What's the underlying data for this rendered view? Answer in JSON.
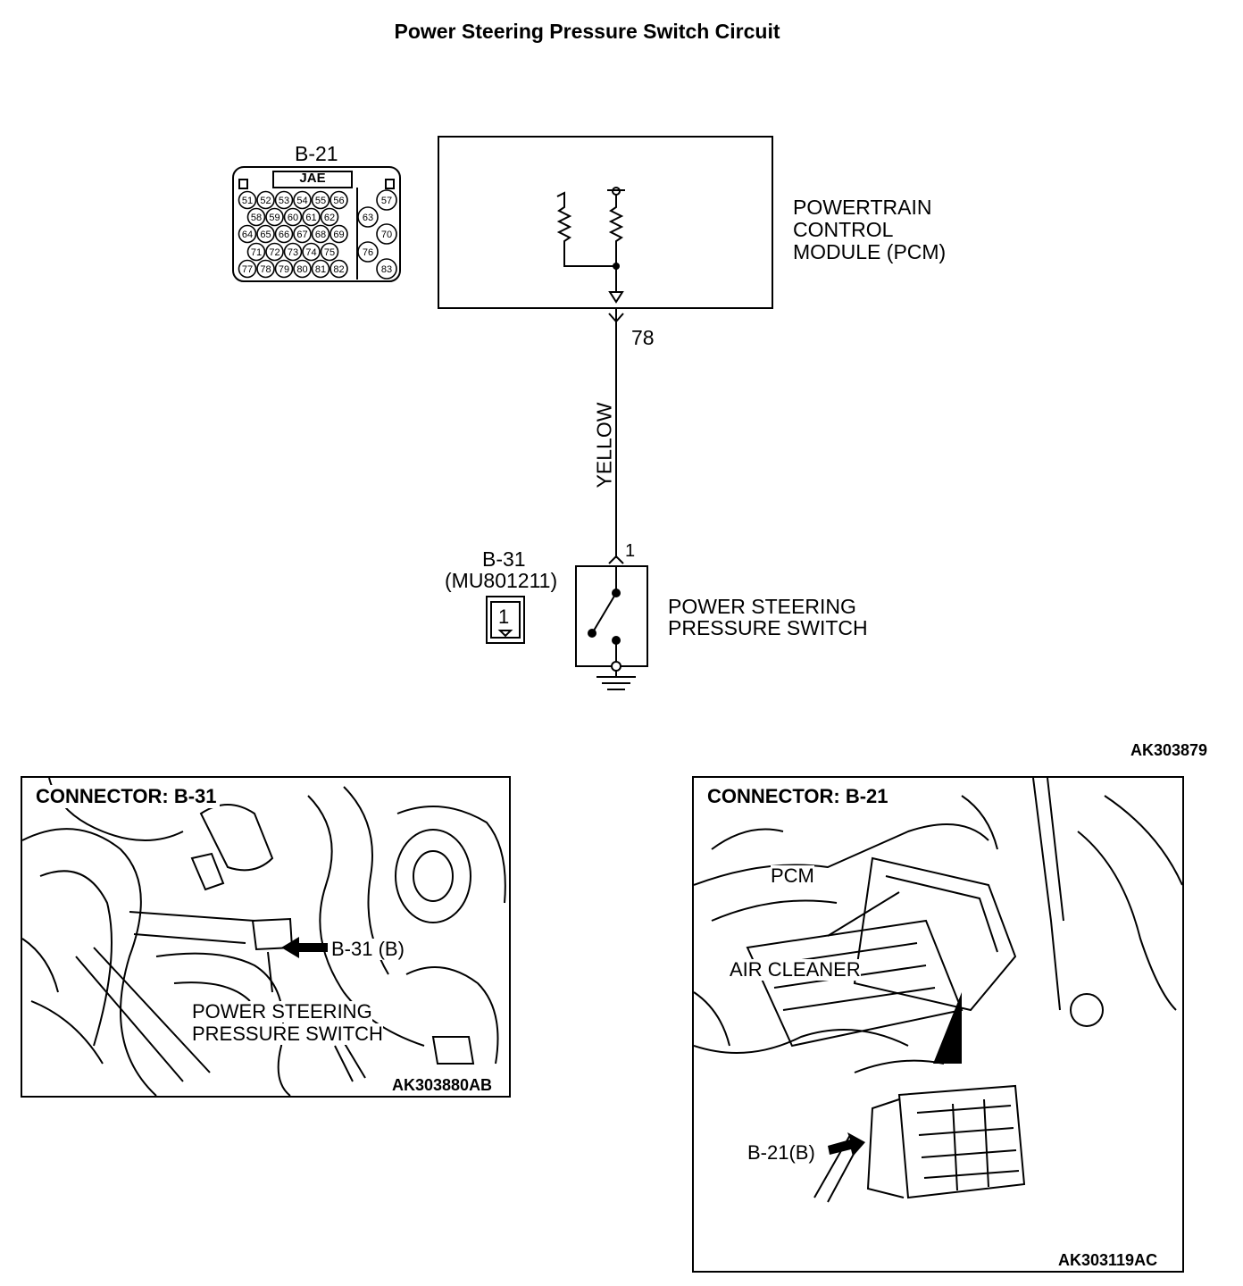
{
  "title": "Power Steering Pressure Switch Circuit",
  "connector_b21": {
    "name": "B-21",
    "maker": "JAE",
    "pin_rows": [
      [
        "51",
        "52",
        "53",
        "54",
        "55",
        "56",
        "57"
      ],
      [
        "58",
        "59",
        "60",
        "61",
        "62",
        "63"
      ],
      [
        "64",
        "65",
        "66",
        "67",
        "68",
        "69",
        "70"
      ],
      [
        "71",
        "72",
        "73",
        "74",
        "75",
        "76"
      ],
      [
        "77",
        "78",
        "79",
        "80",
        "81",
        "82",
        "83"
      ]
    ]
  },
  "pcm": {
    "line1": "POWERTRAIN",
    "line2": "CONTROL",
    "line3": "MODULE (PCM)"
  },
  "wire": {
    "pcm_pin": "78",
    "color": "YELLOW",
    "switch_pin": "1"
  },
  "connector_b31": {
    "name": "B-31",
    "part": "(MU801211)",
    "pin": "1"
  },
  "switch": {
    "line1": "POWER STEERING",
    "line2": "PRESSURE SWITCH"
  },
  "diagram_id": "AK303879",
  "panel_left": {
    "title": "CONNECTOR: B-31",
    "callout": "B-31 (B)",
    "label_line1": "POWER STEERING",
    "label_line2": "PRESSURE SWITCH",
    "id": "AK303880AB"
  },
  "panel_right": {
    "title": "CONNECTOR: B-21",
    "pcm_label": "PCM",
    "air_cleaner_label": "AIR CLEANER",
    "callout": "B-21(B)",
    "id": "AK303119AC"
  }
}
